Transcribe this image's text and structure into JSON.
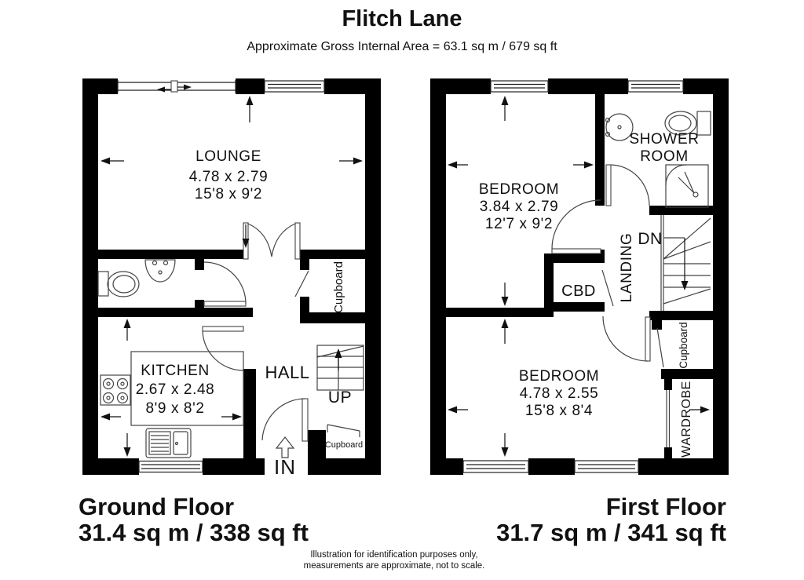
{
  "header": {
    "title": "Flitch Lane",
    "subtitle": "Approximate Gross Internal Area = 63.1 sq m / 679 sq ft"
  },
  "ground_floor": {
    "label": "Ground Floor",
    "area": "31.4 sq m / 338 sq ft",
    "lounge": {
      "name": "LOUNGE",
      "metric": "4.78 x 2.79",
      "imperial": "15'8 x 9'2"
    },
    "kitchen": {
      "name": "KITCHEN",
      "metric": "2.67 x 2.48",
      "imperial": "8'9 x 8'2"
    },
    "hall": "HALL",
    "stairs_label": "UP",
    "entrance_label": "IN",
    "cupboard_label": "Cupboard",
    "understairs_cupboard_label": "Cupboard"
  },
  "first_floor": {
    "label": "First Floor",
    "area": "31.7 sq m / 341 sq ft",
    "bedroom_front": {
      "name": "BEDROOM",
      "metric": "3.84 x 2.79",
      "imperial": "12'7 x 9'2"
    },
    "bedroom_back": {
      "name": "BEDROOM",
      "metric": "4.78 x 2.55",
      "imperial": "15'8 x 8'4"
    },
    "shower_room": {
      "line1": "SHOWER",
      "line2": "ROOM"
    },
    "landing_label": "LANDING",
    "stairs_label": "DN",
    "cbd_label": "CBD",
    "cupboard_label": "Cupboard",
    "wardrobe_label": "WARDROBE"
  },
  "footer": {
    "disclaimer_line1": "Illustration for identification purposes only,",
    "disclaimer_line2": "measurements are approximate, not to scale."
  },
  "colors": {
    "wall": "#000000",
    "line": "#444444",
    "text": "#111111",
    "background": "#ffffff"
  }
}
